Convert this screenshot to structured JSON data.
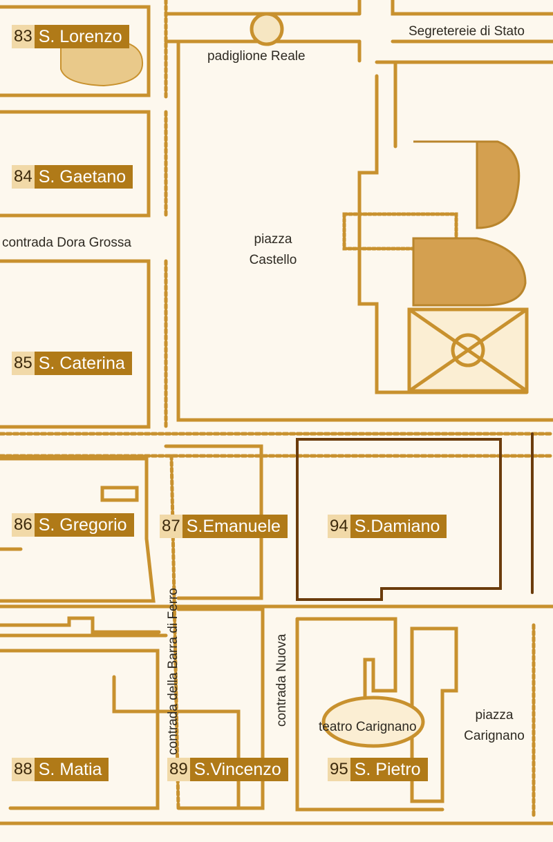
{
  "colors": {
    "paper": "#fdf8ee",
    "line": "#c8912e",
    "line_dark": "#6b3c0c",
    "fill_gold": "#d4a050",
    "label_bg": "#b07a18",
    "label_num_bg": "#f1d9a8"
  },
  "blocks": [
    {
      "id": "83",
      "number": "83",
      "name": "S. Lorenzo"
    },
    {
      "id": "84",
      "number": "84",
      "name": "S. Gaetano"
    },
    {
      "id": "85",
      "number": "85",
      "name": "S. Caterina"
    },
    {
      "id": "86",
      "number": "86",
      "name": "S. Gregorio"
    },
    {
      "id": "87",
      "number": "87",
      "name": "S.Emanuele"
    },
    {
      "id": "94",
      "number": "94",
      "name": "S.Damiano"
    },
    {
      "id": "88",
      "number": "88",
      "name": "S. Matia"
    },
    {
      "id": "89",
      "number": "89",
      "name": "S.Vincenzo"
    },
    {
      "id": "95",
      "number": "95",
      "name": "S. Pietro"
    }
  ],
  "places": {
    "padiglione": "padiglione Reale",
    "segreterie": "Segretereie di Stato",
    "dora_grossa": "contrada Dora Grossa",
    "piazza_castello_1": "piazza",
    "piazza_castello_2": "Castello",
    "barra_di_ferro": "contrada della Barra di Ferro",
    "contrada_nuova": "contrada Nuova",
    "teatro": "teatro Carignano",
    "piazza_carignano_1": "piazza",
    "piazza_carignano_2": "Carignano"
  }
}
